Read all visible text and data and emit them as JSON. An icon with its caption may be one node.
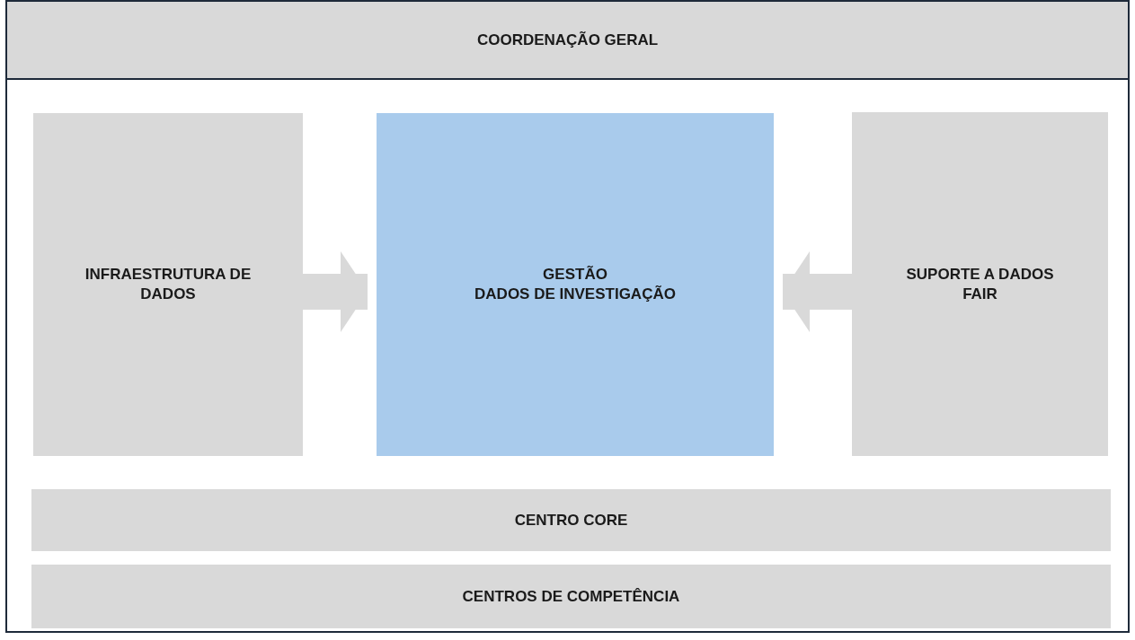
{
  "diagram": {
    "nodes": [
      {
        "text": [
          "COORDENAÇÃO GERAL"
        ]
      },
      {
        "text": [
          "INFRAESTRUTURA DE DADOS"
        ]
      },
      {
        "text": [
          "GESTÃO",
          "DADOS DE INVESTIGAÇÃO"
        ]
      },
      {
        "text": [
          "SUPORTE A DADOS FAIR"
        ]
      },
      {
        "text": [
          "CENTRO CORE"
        ]
      },
      {
        "text": [
          "CENTROS DE COMPETÊNCIA"
        ]
      }
    ],
    "edges": [
      {
        "from": 1,
        "to": 2,
        "arrow": "to"
      },
      {
        "from": 3,
        "to": 2,
        "arrow": "to"
      }
    ]
  }
}
